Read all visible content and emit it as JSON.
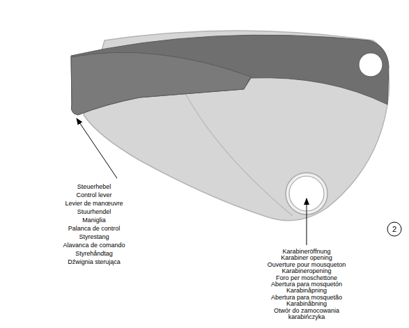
{
  "diagram": {
    "nodes": [
      {
        "text": [
          "2"
        ]
      }
    ],
    "labels": [
      "Steuerhebel",
      "Control lever",
      "Levier de manœuvre",
      "Stuurhendel",
      "Maniglia",
      "Palanca de control",
      "Styrestang",
      "Alavanca de comando",
      "Styrehåndtag",
      "Dźwignia sterująca",
      "Karabineröffnung",
      "Karabiner opening",
      "Ouverture pour mousqueton",
      "Karabineropening",
      "Foro per moschettone",
      "Abertura para mosquetón",
      "Karabinåpning",
      "Abertura para mosquetão",
      "Karabinåbning",
      "Otwór do zamocowania karabińczyka"
    ]
  }
}
